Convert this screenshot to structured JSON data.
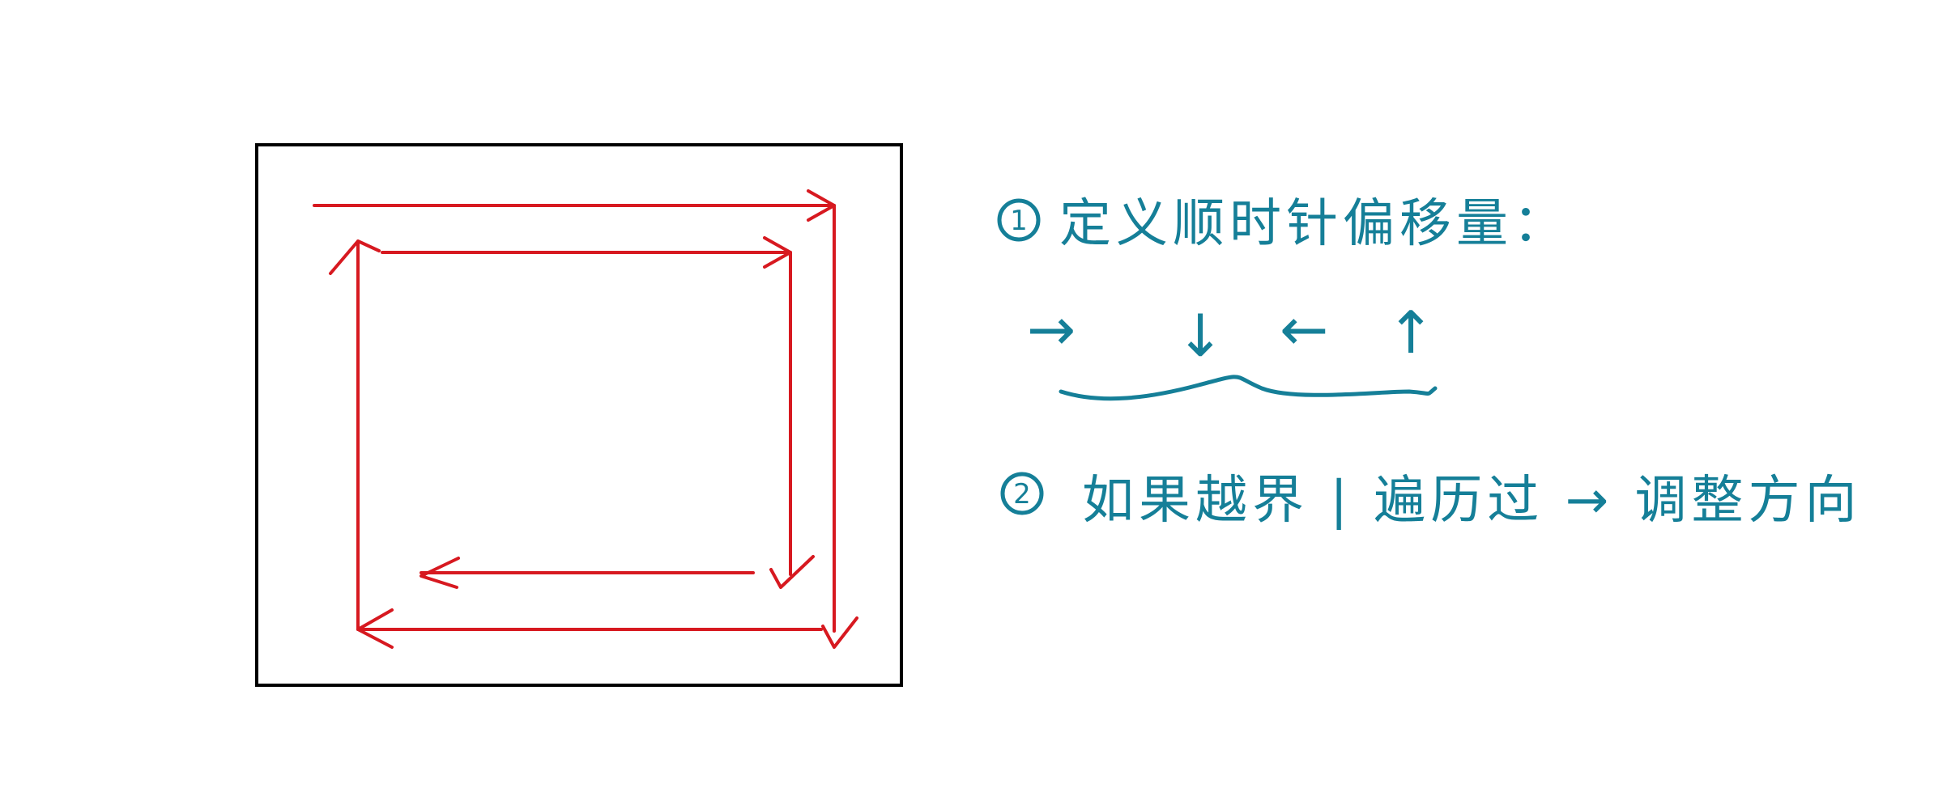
{
  "colors": {
    "annotation": "#157f98",
    "path": "#d71920",
    "border": "#000000"
  },
  "steps": [
    {
      "number": "1",
      "text": "定义顺时针偏移量：",
      "directions": [
        {
          "symbol": "→",
          "icon": "arrow-right-icon"
        },
        {
          "symbol": "↓",
          "icon": "arrow-down-icon"
        },
        {
          "symbol": "←",
          "icon": "arrow-left-icon"
        },
        {
          "symbol": "↑",
          "icon": "arrow-up-icon"
        }
      ]
    },
    {
      "number": "2",
      "text": "如果越界 | 遍历过 → 调整方向"
    }
  ]
}
